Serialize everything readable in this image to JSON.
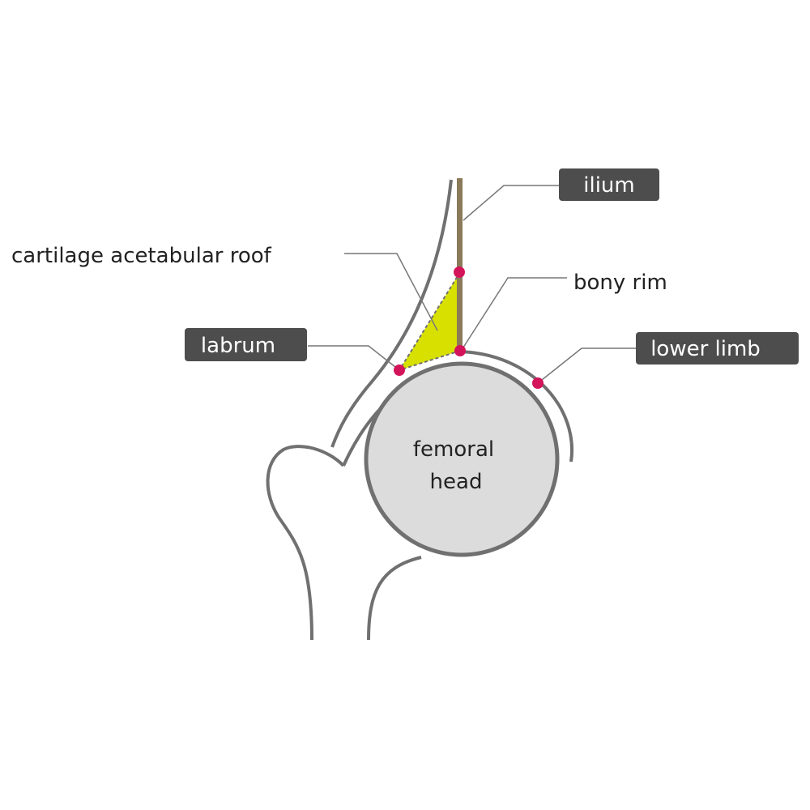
{
  "labels": {
    "ilium": "ilium",
    "cartilage_roof": "cartilage acetabular roof",
    "bony_rim": "bony rim",
    "labrum": "labrum",
    "lower_limb": "lower limb",
    "femoral_head_line1": "femoral",
    "femoral_head_line2": "head"
  },
  "colors": {
    "outline": "#707070",
    "ilium_bar": "#8a7a5a",
    "cartilage_fill": "#d8e000",
    "marker": "#d4145a",
    "label_box": "#4d4d4d",
    "femoral_head_fill": "#dcdcdc",
    "leader_line": "#777777"
  }
}
